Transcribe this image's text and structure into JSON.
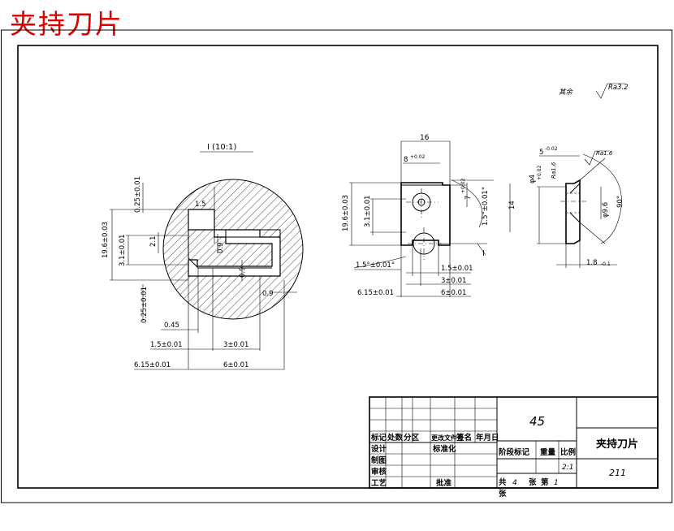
{
  "page_title": "夹持刀片",
  "roughness_note": {
    "label": "其余",
    "value": "Ra3.2"
  },
  "detail_view": {
    "label": "I (10:1)",
    "dims": {
      "d_19_6": "19.6±0.03",
      "d_3_1": "3.1±0.01",
      "d_0_25_top": "0.25±0.01",
      "d_0_25_bot": "0.25±0.01",
      "d_2_1": "2.1",
      "d_1_5": "1.5",
      "d_0_9_a": "0.9",
      "d_0_9_b": "0.9",
      "d_0_9_c": "0.9",
      "d_0_45": "0.45",
      "d_1_5_tol": "1.5±0.01",
      "d_3": "3±0.01",
      "d_6_15": "6.15±0.01",
      "d_6": "6±0.01"
    }
  },
  "front_view": {
    "dims": {
      "w_16": "16",
      "w_8": "8",
      "w_8_tol": "+0.02",
      "h_7": "7",
      "h_7_tol": "+0.02",
      "h_19_6": "19.6±0.03",
      "h_3_1": "3.1±0.01",
      "ang_right": "1.5°±0.01°",
      "ang_left": "1.5°±0.01°",
      "d_1_5": "1.5±0.01",
      "d_3": "3±0.01",
      "d_6": "6±0.01",
      "d_6_15": "6.15±0.01",
      "section_mark": "I"
    }
  },
  "side_view": {
    "dims": {
      "top_5": "5",
      "top_5_tol": "-0.02",
      "dia_4": "φ4",
      "dia_4_tol": "+0.02",
      "ra_1": "Ra1.6",
      "ra_2": "Ra1.6",
      "h_14": "14",
      "dia_9_6": "φ9.6",
      "ang_90": "90°",
      "w_1_8": "1.8",
      "w_1_8_tol": "-0.1"
    }
  },
  "title_block": {
    "material": "45",
    "part_name": "夹持刀片",
    "drawing_no": "211",
    "scale": "2:1",
    "header_row": [
      "标记",
      "处数",
      "分区",
      "更改文件号",
      "签名",
      "年月日"
    ],
    "rows": {
      "design": "设计",
      "standardize": "标准化",
      "draw": "制图",
      "check": "审核",
      "process": "工艺",
      "approve": "批准"
    },
    "stage_label": "阶段标记",
    "weight_label": "重量",
    "scale_label": "比例",
    "sheets_total_label": "共",
    "sheets_total": "4",
    "sheets_unit": "张",
    "sheet_no_label": "第",
    "sheet_no": "1",
    "sheet_unit": "张"
  }
}
